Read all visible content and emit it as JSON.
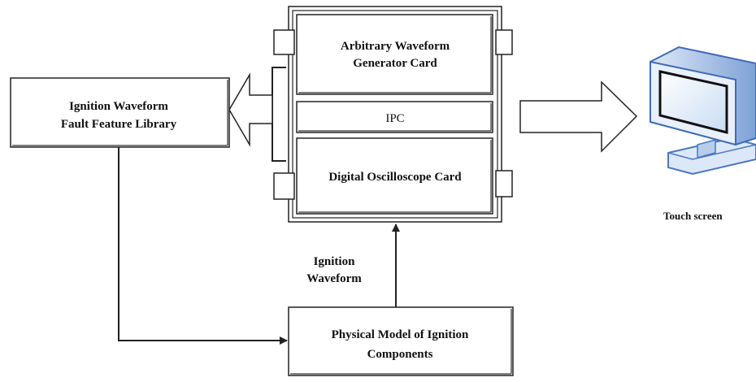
{
  "labels": {
    "awg_line1": "Arbitrary Waveform",
    "awg_line2": "Generator Card",
    "ipc": "IPC",
    "osc": "Digital  Oscilloscope Card",
    "library_line1": "Ignition Waveform",
    "library_line2": "Fault Feature Library",
    "touch": "Touch screen",
    "waveform_line1": "Ignition",
    "waveform_line2": "Waveform",
    "model_line1": "Physical Model  of Ignition",
    "model_line2": "Components"
  },
  "icons": {
    "monitor": "monitor-icon"
  },
  "colors": {
    "line": "#222222",
    "monitor_frame": "#4a78c2",
    "monitor_screen": "#eaf2fb"
  }
}
